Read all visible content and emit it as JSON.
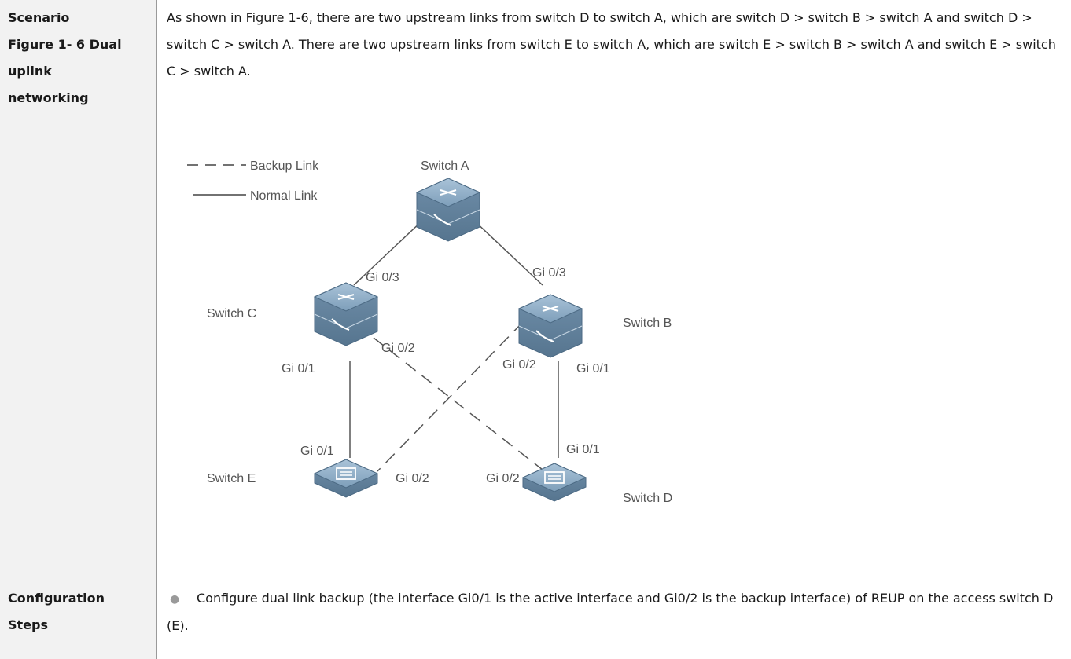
{
  "rows": [
    {
      "label": "Scenario\nFigure 1- 6 Dual\nuplink\nnetworking",
      "text": "As shown in Figure 1-6, there are two upstream links from switch D to switch A, which are switch D > switch B > switch A and switch D > switch C > switch A. There are two upstream links from switch E to switch A, which are switch E > switch B > switch A and switch E > switch C > switch A."
    },
    {
      "label": "Configuration\nSteps",
      "bullet_text": "Configure dual link backup (the interface Gi0/1 is the active interface and Gi0/2 is the backup interface) of REUP on the access switch D (E)."
    }
  ],
  "figure": {
    "legend": {
      "backup": "Backup Link",
      "normal": "Normal Link"
    },
    "switches": {
      "a": "Switch A",
      "b": "Switch B",
      "c": "Switch C",
      "d": "Switch D",
      "e": "Switch E"
    },
    "ports": {
      "a_c": "Gi 0/3",
      "a_b": "Gi 0/3",
      "c_d": "Gi 0/2",
      "c_e": "Gi 0/1",
      "b_e": "Gi 0/2",
      "b_d": "Gi 0/1",
      "e_c": "Gi 0/1",
      "e_b": "Gi 0/2",
      "d_c": "Gi 0/2",
      "d_b": "Gi 0/1"
    }
  }
}
